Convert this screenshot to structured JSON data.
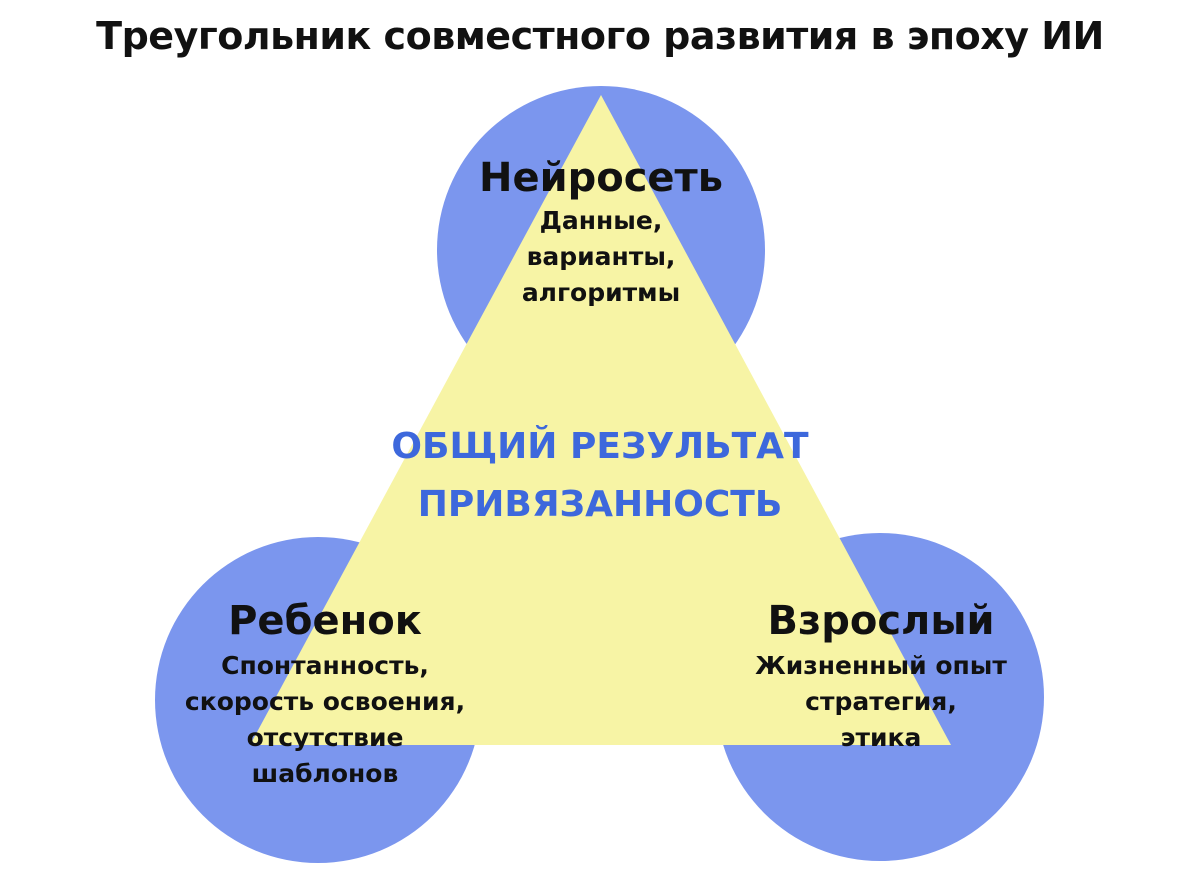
{
  "title": "Треугольник совместного развития в эпоху ИИ",
  "colors": {
    "circle": "#7b96ee",
    "triangle": "#f7f4a5",
    "center_text": "#3d68dc"
  },
  "nodes": {
    "top": {
      "title": "Нейросеть",
      "lines": [
        "Данные,",
        "варианты,",
        "алгоритмы"
      ]
    },
    "left": {
      "title": "Ребенок",
      "lines": [
        "Спонтанность,",
        "скорость освоения,",
        "отсутствие",
        "шаблонов"
      ]
    },
    "right": {
      "title": "Взрослый",
      "lines": [
        "Жизненный опыт",
        "стратегия,",
        "этика"
      ]
    }
  },
  "center": {
    "lines": [
      "ОБЩИЙ РЕЗУЛЬТАТ",
      "ПРИВЯЗАННОСТЬ"
    ]
  }
}
